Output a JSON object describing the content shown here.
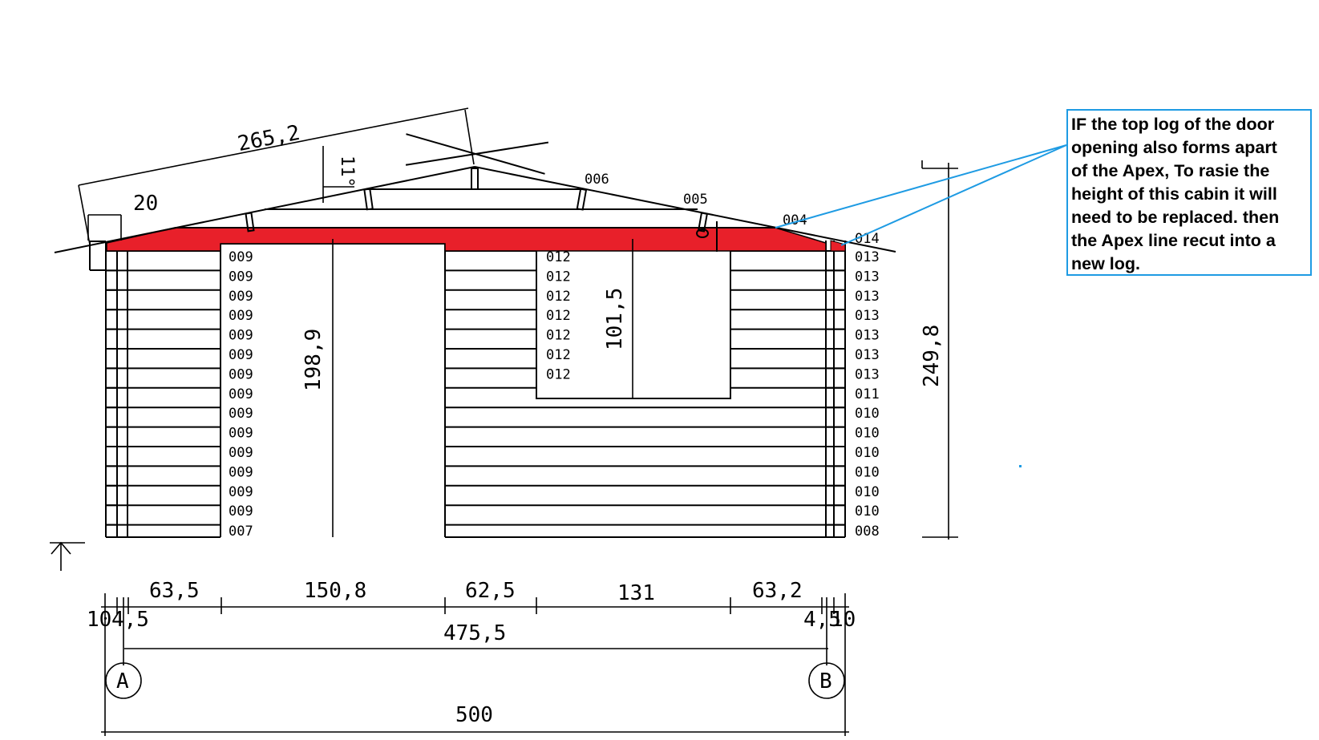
{
  "dimensions": {
    "rafter_length": "265,2",
    "overhang": "20",
    "roof_pitch": "11°",
    "door_height": "198,9",
    "window_height": "101,5",
    "total_height": "249,8",
    "seg_1": "63,5",
    "seg_2": "150,8",
    "seg_3": "62,5",
    "seg_4": "131",
    "seg_5": "63,2",
    "left_wall": "10",
    "left_corner": "4,5",
    "right_corner": "4,5",
    "right_wall": "10",
    "inner_span": "475,5",
    "total_width": "500"
  },
  "axes": {
    "left": "A",
    "right": "B"
  },
  "roof_logs": {
    "a": "006",
    "b": "005",
    "c": "004",
    "d": "014"
  },
  "left_logs": [
    "009",
    "009",
    "009",
    "009",
    "009",
    "009",
    "009",
    "009",
    "009",
    "009",
    "009",
    "009",
    "009",
    "009",
    "007"
  ],
  "window_logs": [
    "012",
    "012",
    "012",
    "012",
    "012",
    "012",
    "012"
  ],
  "right_logs": [
    "013",
    "013",
    "013",
    "013",
    "013",
    "013",
    "013",
    "011",
    "010",
    "010",
    "010",
    "010",
    "010",
    "010",
    "008"
  ],
  "note": {
    "lines": [
      "IF the top log of the door",
      "opening also forms apart",
      "of the Apex, To rasie the",
      "height of this cabin it will",
      "need to be replaced. then",
      "the Apex line recut into a",
      "new log."
    ]
  },
  "colors": {
    "highlight": "#e8202a",
    "callout": "#1e9be3",
    "line": "#000000"
  }
}
